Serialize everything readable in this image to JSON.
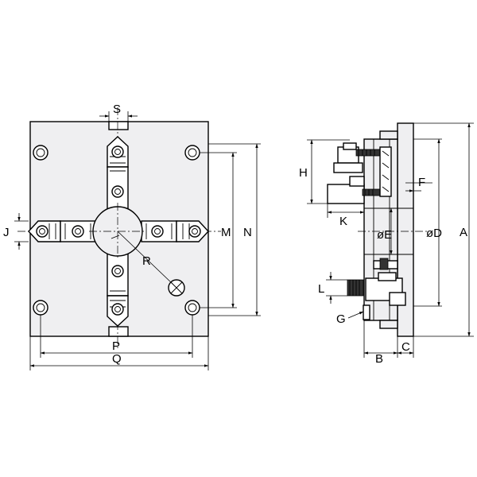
{
  "front_view": {
    "labels": {
      "s": "S",
      "j": "J",
      "m": "M",
      "n": "N",
      "r": "R",
      "p": "P",
      "q": "Q"
    }
  },
  "side_view": {
    "labels": {
      "h": "H",
      "f": "F",
      "k": "K",
      "e": "øE",
      "d": "øD",
      "a": "A",
      "l": "L",
      "g": "G",
      "b": "B",
      "c": "C"
    }
  }
}
